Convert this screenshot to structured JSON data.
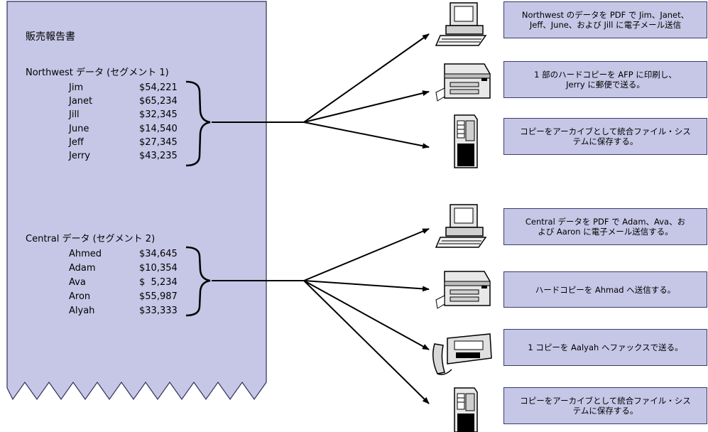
{
  "report": {
    "title": "販売報告書",
    "segments": [
      {
        "header": "Northwest データ (セグメント 1)",
        "rows": [
          {
            "name": "Jim",
            "amount": "$54,221"
          },
          {
            "name": "Janet",
            "amount": "$65,234"
          },
          {
            "name": "Jill",
            "amount": "$32,345"
          },
          {
            "name": "June",
            "amount": "$14,540"
          },
          {
            "name": "Jeff",
            "amount": "$27,345"
          },
          {
            "name": "Jerry",
            "amount": "$43,235"
          }
        ]
      },
      {
        "header": "Central データ (セグメント 2)",
        "rows": [
          {
            "name": "Ahmed",
            "amount": "$34,645"
          },
          {
            "name": "Adam",
            "amount": "$10,354"
          },
          {
            "name": "Ava",
            "amount": "$  5,234"
          },
          {
            "name": "Aron",
            "amount": "$55,987"
          },
          {
            "name": "Alyah",
            "amount": "$33,333"
          }
        ]
      }
    ]
  },
  "actions": [
    {
      "device": "computer-icon",
      "text": "Northwest のデータを PDF で Jim、Janet、\nJeff、June、および Jill に電子メール送信"
    },
    {
      "device": "printer-icon",
      "text": "1 部のハードコピーを AFP に印刷し、\nJerry に郵便で送る。"
    },
    {
      "device": "server-icon",
      "text": "コピーをアーカイブとして統合ファイル・シス\nテムに保存する。"
    },
    {
      "device": "computer-icon",
      "text": "Central データを PDF で Adam、Ava、お\nよび Aaron に電子メール送信する。"
    },
    {
      "device": "printer-icon",
      "text": "ハードコピーを Ahmad へ送信する。"
    },
    {
      "device": "fax-icon",
      "text": "1 コピーを Aalyah へファックスで送る。"
    },
    {
      "device": "server-icon",
      "text": "コピーをアーカイブとして統合ファイル・シス\nテムに保存する。"
    }
  ],
  "colors": {
    "document": "#c6c6e6",
    "document_border": "#2f2f5a",
    "callout": "#c6c6e6",
    "line": "#000000"
  }
}
